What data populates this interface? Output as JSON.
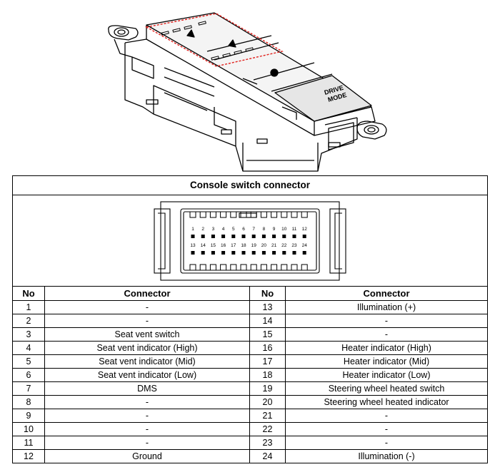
{
  "illustration": {
    "buttons": {
      "drive_mode": "DRIVE\nMODE"
    }
  },
  "table": {
    "title": "Console switch connector",
    "headers": {
      "no": "No",
      "connector": "Connector"
    },
    "pins_top": [
      "1",
      "2",
      "3",
      "4",
      "5",
      "6",
      "7",
      "8",
      "9",
      "10",
      "11",
      "12"
    ],
    "pins_bottom": [
      "13",
      "14",
      "15",
      "16",
      "17",
      "18",
      "19",
      "20",
      "21",
      "22",
      "23",
      "24"
    ],
    "rows": [
      {
        "l_no": "1",
        "l_conn": "-",
        "r_no": "13",
        "r_conn": "Illumination (+)"
      },
      {
        "l_no": "2",
        "l_conn": "-",
        "r_no": "14",
        "r_conn": "-"
      },
      {
        "l_no": "3",
        "l_conn": "Seat vent switch",
        "r_no": "15",
        "r_conn": "-"
      },
      {
        "l_no": "4",
        "l_conn": "Seat vent indicator (High)",
        "r_no": "16",
        "r_conn": "Heater indicator (High)"
      },
      {
        "l_no": "5",
        "l_conn": "Seat vent indicator (Mid)",
        "r_no": "17",
        "r_conn": "Heater indicator (Mid)"
      },
      {
        "l_no": "6",
        "l_conn": "Seat vent indicator (Low)",
        "r_no": "18",
        "r_conn": "Heater indicator (Low)"
      },
      {
        "l_no": "7",
        "l_conn": "DMS",
        "r_no": "19",
        "r_conn": "Steering wheel heated switch"
      },
      {
        "l_no": "8",
        "l_conn": "-",
        "r_no": "20",
        "r_conn": "Steering wheel heated indicator"
      },
      {
        "l_no": "9",
        "l_conn": "-",
        "r_no": "21",
        "r_conn": "-"
      },
      {
        "l_no": "10",
        "l_conn": "-",
        "r_no": "22",
        "r_conn": "-"
      },
      {
        "l_no": "11",
        "l_conn": "-",
        "r_no": "23",
        "r_conn": "-"
      },
      {
        "l_no": "12",
        "l_conn": "Ground",
        "r_no": "24",
        "r_conn": "Illumination (-)"
      }
    ]
  }
}
